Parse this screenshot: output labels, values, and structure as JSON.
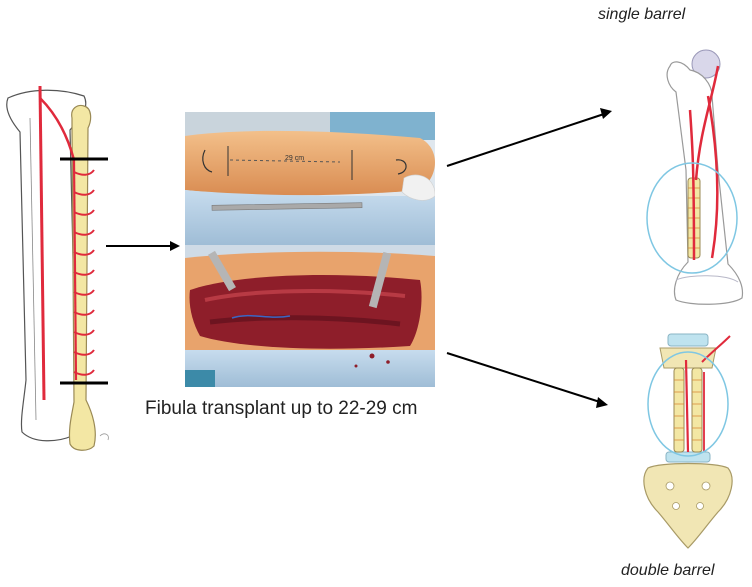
{
  "caption": "Fibula transplant up to 22-29 cm",
  "photo_top_marking": "29 cm",
  "label_single": "single barrel",
  "label_double": "double barrel",
  "colors": {
    "vessel": "#e02a3c",
    "bone": "#f3e7a4",
    "bone_outline": "#9a8a55",
    "halo": "#7fc7e3",
    "flesh": "#8e1e2a",
    "skin": "#e9a66a",
    "drape": "#b8d2e6"
  }
}
